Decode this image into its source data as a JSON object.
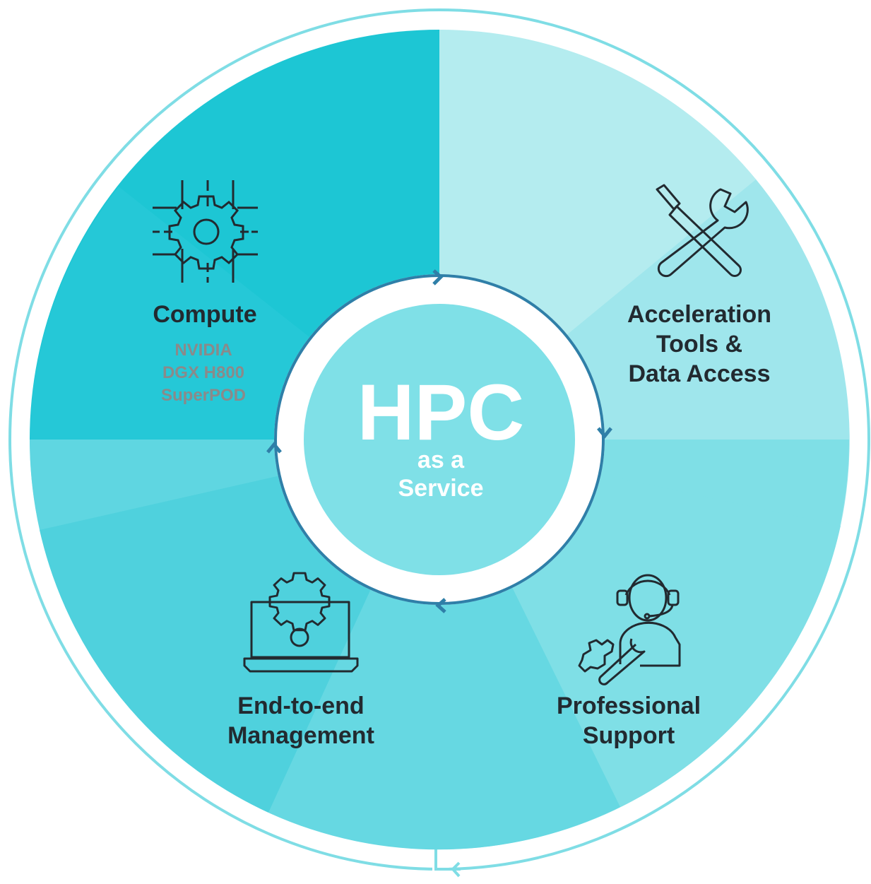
{
  "center": {
    "title": "HPC",
    "subtitle_line1": "as a",
    "subtitle_line2": "Service"
  },
  "segments": [
    {
      "icon": "cpu-gear-icon",
      "label_lines": [
        "Compute"
      ],
      "sublabel_lines": [
        "NVIDIA",
        "DGX H800",
        "SuperPOD"
      ]
    },
    {
      "icon": "tools-icon",
      "label_lines": [
        "Acceleration",
        "Tools &",
        "Data Access"
      ]
    },
    {
      "icon": "support-agent-icon",
      "label_lines": [
        "Professional",
        "Support"
      ]
    },
    {
      "icon": "laptop-gear-icon",
      "label_lines": [
        "End-to-end",
        "Management"
      ]
    }
  ],
  "colors": {
    "compute": "#1dc6d4",
    "acceleration": "#9fe6ec",
    "support": "#7fdfe6",
    "management": "#5fd6e1",
    "center": "#7fe0e7",
    "ring": "#2f7fa8",
    "outer_ring": "#7fdde5",
    "text": "#222a30",
    "sublabel": "#8a8a8a"
  }
}
